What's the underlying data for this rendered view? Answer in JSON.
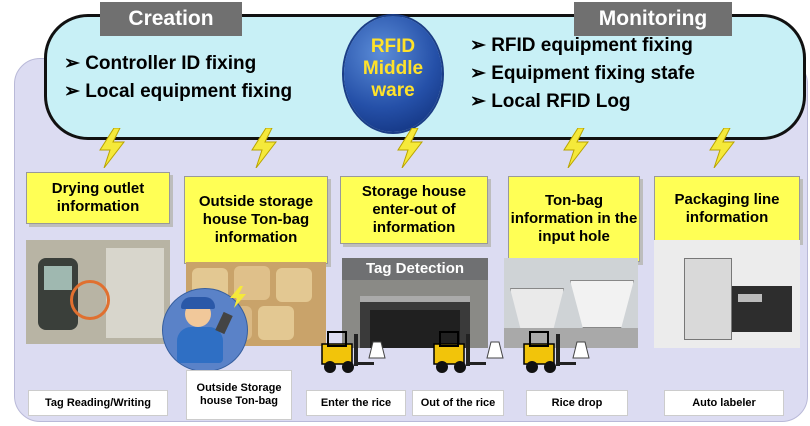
{
  "creation": {
    "tab": "Creation",
    "items": [
      "➢ Controller ID fixing",
      "➢ Local equipment fixing"
    ]
  },
  "monitoring": {
    "tab": "Monitoring",
    "items": [
      "➢ RFID equipment fixing",
      "➢ Equipment fixing stafe",
      "➢ Local RFID Log"
    ]
  },
  "center": {
    "lines": [
      "RFID",
      "Middle",
      "ware"
    ]
  },
  "boxes": [
    "Drying outlet information",
    "Outside storage house Ton-bag information",
    "Storage house enter-out of information",
    "Ton-bag information in the input hole",
    "Packaging line information"
  ],
  "tag_detection": "Tag Detection",
  "captions": {
    "reading": "Tag Reading/Writing",
    "outside": "Outside Storage house Ton-bag",
    "enter": "Enter the rice",
    "out": "Out of the rice",
    "drop": "Rice drop",
    "labeler": "Auto labeler"
  },
  "colors": {
    "bubble": "#c8f0f6",
    "box": "#ffff55",
    "tab": "#707070",
    "bolt": "#f5e93a",
    "panel": "#dcdcf2"
  }
}
